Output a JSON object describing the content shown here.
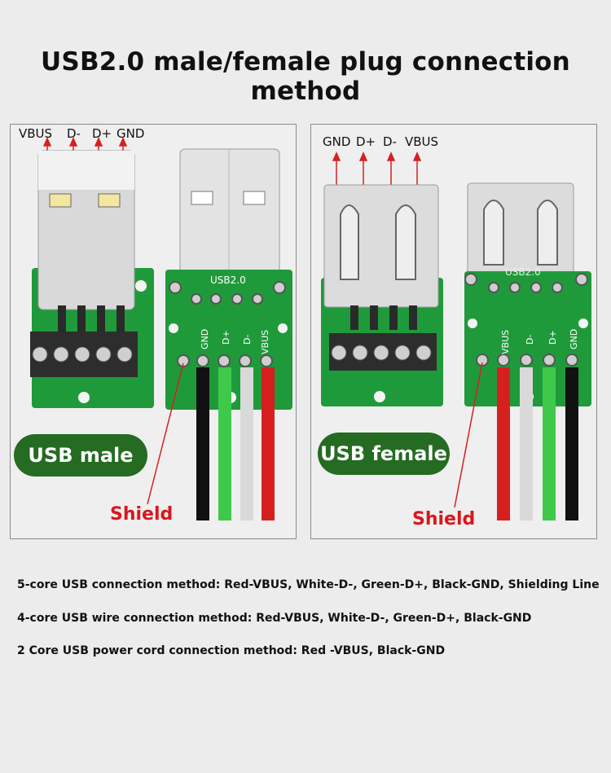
{
  "title": "USB2.0 male/female plug connection method",
  "male": {
    "pin_labels": [
      "VBUS",
      "D-",
      "D+",
      "GND"
    ],
    "board_label": "USB2.0",
    "board_pin_labels": [
      "GND",
      "D+",
      "D-",
      "VBUS"
    ],
    "badge": "USB male",
    "shield_label": "Shield"
  },
  "female": {
    "pin_labels": [
      "GND",
      "D+",
      "D-",
      "VBUS"
    ],
    "board_label": "USB2.0",
    "board_pin_labels": [
      "VBUS",
      "D-",
      "D+",
      "GND"
    ],
    "badge": "USB female",
    "shield_label": "Shield"
  },
  "notes": [
    "5-core USB connection method: Red-VBUS, White-D-, Green-D+, Black-GND, Shielding Line",
    "4-core USB wire connection method: Red-VBUS, White-D-, Green-D+, Black-GND",
    "2 Core USB power cord connection method: Red -VBUS, Black-GND"
  ],
  "colors": {
    "pcb_green": "#1f9a3a",
    "badge_green": "#256b22",
    "shield_red": "#d8171c",
    "wire_red": "#d62020",
    "wire_white": "#d9d9d9",
    "wire_green": "#3fc94a",
    "wire_black": "#111111"
  }
}
